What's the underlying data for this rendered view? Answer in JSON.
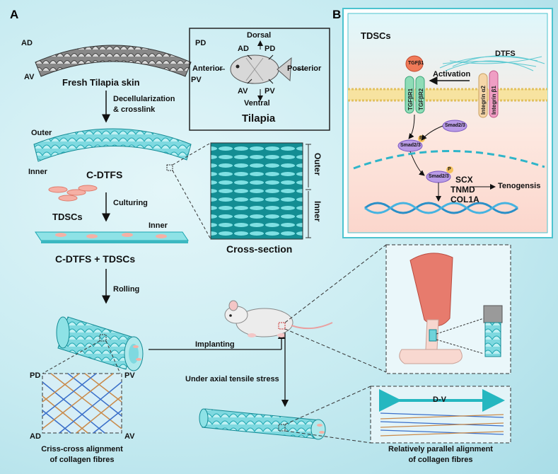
{
  "panel_a": {
    "label": "A",
    "skin_corners": {
      "ad": "AD",
      "pd": "PD",
      "av": "AV",
      "pv": "PV"
    },
    "fresh_skin": "Fresh Tilapia skin",
    "step1": [
      "Decellularization",
      "& crosslink"
    ],
    "fish_box": {
      "dorsal": "Dorsal",
      "ventral": "Ventral",
      "anterior": "Anterior",
      "posterior": "Posterior",
      "ad": "AD",
      "pd": "PD",
      "av": "AV",
      "pv": "PV",
      "title": "Tilapia"
    },
    "outer": "Outer",
    "inner": "Inner",
    "cdtfs": "C-DTFS",
    "culturing": "Culturing",
    "tdscs": "TDSCs",
    "inner2": "Inner",
    "cross_section": "Cross-section",
    "cross_outer": "Outer",
    "cross_inner": "Inner",
    "cdtfs_tdscs": "C-DTFS + TDSCs",
    "rolling": "Rolling",
    "implanting": "Implanting",
    "under_stress": "Under axial tensile stress",
    "criss_corners": {
      "pd": "PD",
      "pv": "PV",
      "ad": "AD",
      "av": "AV"
    },
    "criss_caption": [
      "Criss-cross alignment",
      "of collagen fibres"
    ],
    "dv": "D-V",
    "parallel_caption": [
      "Relatively parallel alignment",
      "of collagen fibres"
    ]
  },
  "panel_b": {
    "label": "B",
    "title": "TDSCs",
    "dtfs": "DTFS",
    "activation": "Activation",
    "tgfb1": "TGFβ1",
    "receptors": [
      "TGFβR1",
      "TGFβR2",
      "Integrin α2",
      "Integrin β1"
    ],
    "smad": "Smad2/3",
    "p": "P",
    "genes": [
      "SCX",
      "TNMD",
      "COL1A"
    ],
    "tenogenesis": "Tenogensis"
  },
  "colors": {
    "background": "#c7ebf1",
    "cyan": "#2fc1c9",
    "smad": "#b99be6",
    "tgfb1": "#f07a58",
    "tgfbr": "#8fdcb7",
    "integrin_a2": "#f5d6a8",
    "integrin_b1": "#ef9ec4",
    "membrane": "#f2d67a",
    "dna": "#2a8fc7"
  }
}
